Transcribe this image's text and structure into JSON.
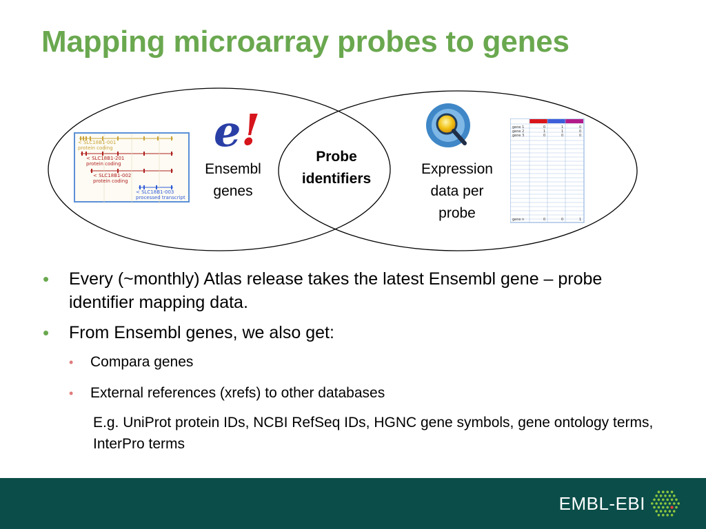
{
  "title": "Mapping microarray probes to genes",
  "venn": {
    "left_label_1": "Ensembl",
    "left_label_2": "genes",
    "center_label_1": "Probe",
    "center_label_2": "identifiers",
    "right_label_1": "Expression",
    "right_label_2": "data per",
    "right_label_3": "probe",
    "ensembl_logo_text": "e!",
    "gene_panel": {
      "label_top": "SLC18B1-001",
      "rows": [
        {
          "name": "< SLC18B1-001",
          "type": "protein coding"
        },
        {
          "name": "< SLC18B1-201",
          "type": "protein coding"
        },
        {
          "name": "< SLC18B1-002",
          "type": "protein coding"
        },
        {
          "name": "< SLC18B1-003",
          "type": "processed transcript"
        }
      ]
    },
    "table": {
      "rows": [
        [
          "gene 1",
          "0",
          "1",
          "0"
        ],
        [
          "gene 2",
          "1",
          "1",
          "0"
        ],
        [
          "gene 3",
          "0",
          "0",
          "0"
        ]
      ],
      "last_row": [
        "gene n",
        "0",
        "0",
        "1"
      ],
      "header_colors": [
        "#d9161a",
        "#3e5fd9",
        "#b21b8a"
      ]
    }
  },
  "bullets": [
    {
      "text": "Every (~monthly) Atlas release takes the latest Ensembl gene – probe identifier mapping data."
    },
    {
      "text": "From Ensembl genes, we also get:"
    }
  ],
  "sub_bullets": [
    {
      "text": "Compara genes"
    },
    {
      "text": "External references (xrefs) to other databases"
    }
  ],
  "note": "E.g. UniProt protein IDs, NCBI RefSeq IDs, HGNC gene symbols, gene ontology terms, InterPro terms",
  "footer": {
    "logo_text": "EMBL-EBI",
    "background_color": "#0b4d49"
  },
  "colors": {
    "title_green": "#6aa84f",
    "bullet_pink": "#e07b7b"
  }
}
